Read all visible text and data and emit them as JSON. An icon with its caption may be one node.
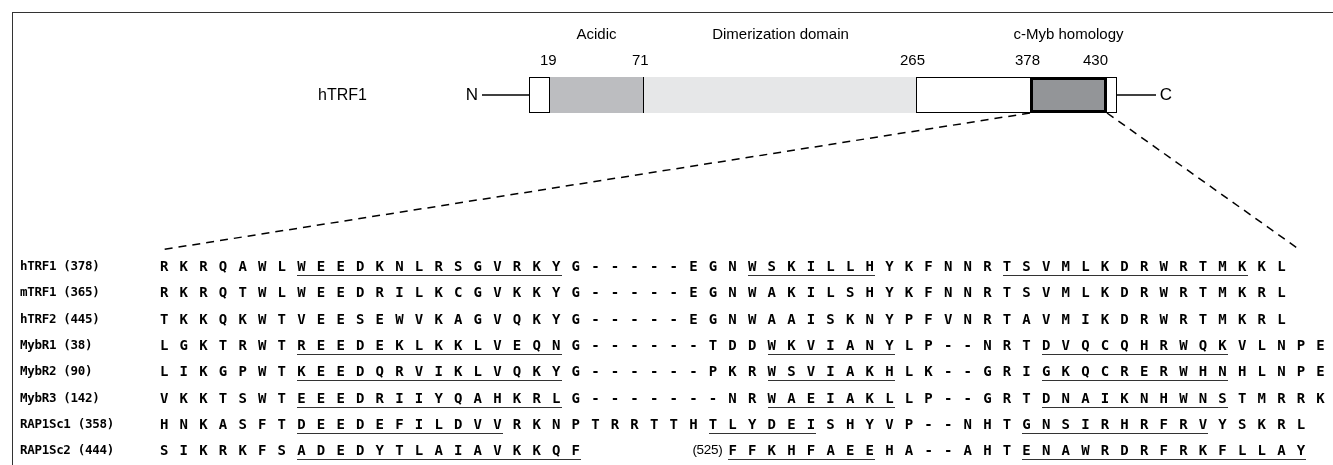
{
  "diagram": {
    "nodes": [
      {
        "text": [
          "N"
        ]
      },
      {
        "text": [],
        "shape": "bar"
      },
      {
        "text": [
          "Acidic"
        ],
        "in": 1
      },
      {
        "text": [
          "Dimerization domain"
        ],
        "in": 1
      },
      {
        "text": [
          "c-Myb homology"
        ],
        "in": 1
      },
      {
        "text": [
          "C"
        ]
      },
      {
        "text": [
          "hTRF1 (378)",
          "RKRQAWLWEEDKNLRSGVRKYG-----EGNWSKILLHYKFNNRTSVMLKDRWRTMKKL",
          "mTRF1 (365)",
          "RKRQTWLWEEDRILKCGVKKYG-----EGNWAKILSHYKFNNRTSVMLKDRWRTMKRL",
          "hTRF2 (445)",
          "TKKQKWTVEESEWVKAGVQKYG-----EGNWAAISKNYPFVNRTAVMIKDRWRTMKRL",
          "MybR1 (38)",
          "LGKTRWTREEDEKLKKLVEQNG------TDDWKVIANYLP--NRTDVQCQHRWQKVLNPE",
          "MybR2 (90)",
          "LIKGPWTKEEDQRVIKLVQKYG------PKRWSVIAKHLK--GRIGKQCRERWHNHLNPE",
          "MybR3 (142)",
          "VKKTSWTEEEDRIIYQAHKRLG-------NRWAEIAKLLP--GRTDNAIKNHWNSTMRRK",
          "RAP1Sc1 (358)",
          "HNKASFTDEEDEFILDVVRKNPTRRTTHTLYDEISHYVP--NHTGNSIRHRFRVYSKRL",
          "RAP1Sc2 (444)",
          "SIKRKFSADEDYTLAIAVKKQF",
          "(525)",
          "FFKHFAEEHA--AHTENAWRDRFRKFLLAY"
        ]
      }
    ],
    "edges": [
      {
        "from": 0,
        "to": 1,
        "arrow": "none"
      },
      {
        "from": 1,
        "to": 5,
        "arrow": "none"
      },
      {
        "from": 4,
        "to": 6,
        "arrow": "none",
        "style": "dashed"
      },
      {
        "from": 4,
        "to": 6,
        "arrow": "none",
        "style": "dashed"
      }
    ],
    "labels": [
      "19",
      "71",
      "265",
      "378",
      "430",
      "hTRF1"
    ]
  }
}
